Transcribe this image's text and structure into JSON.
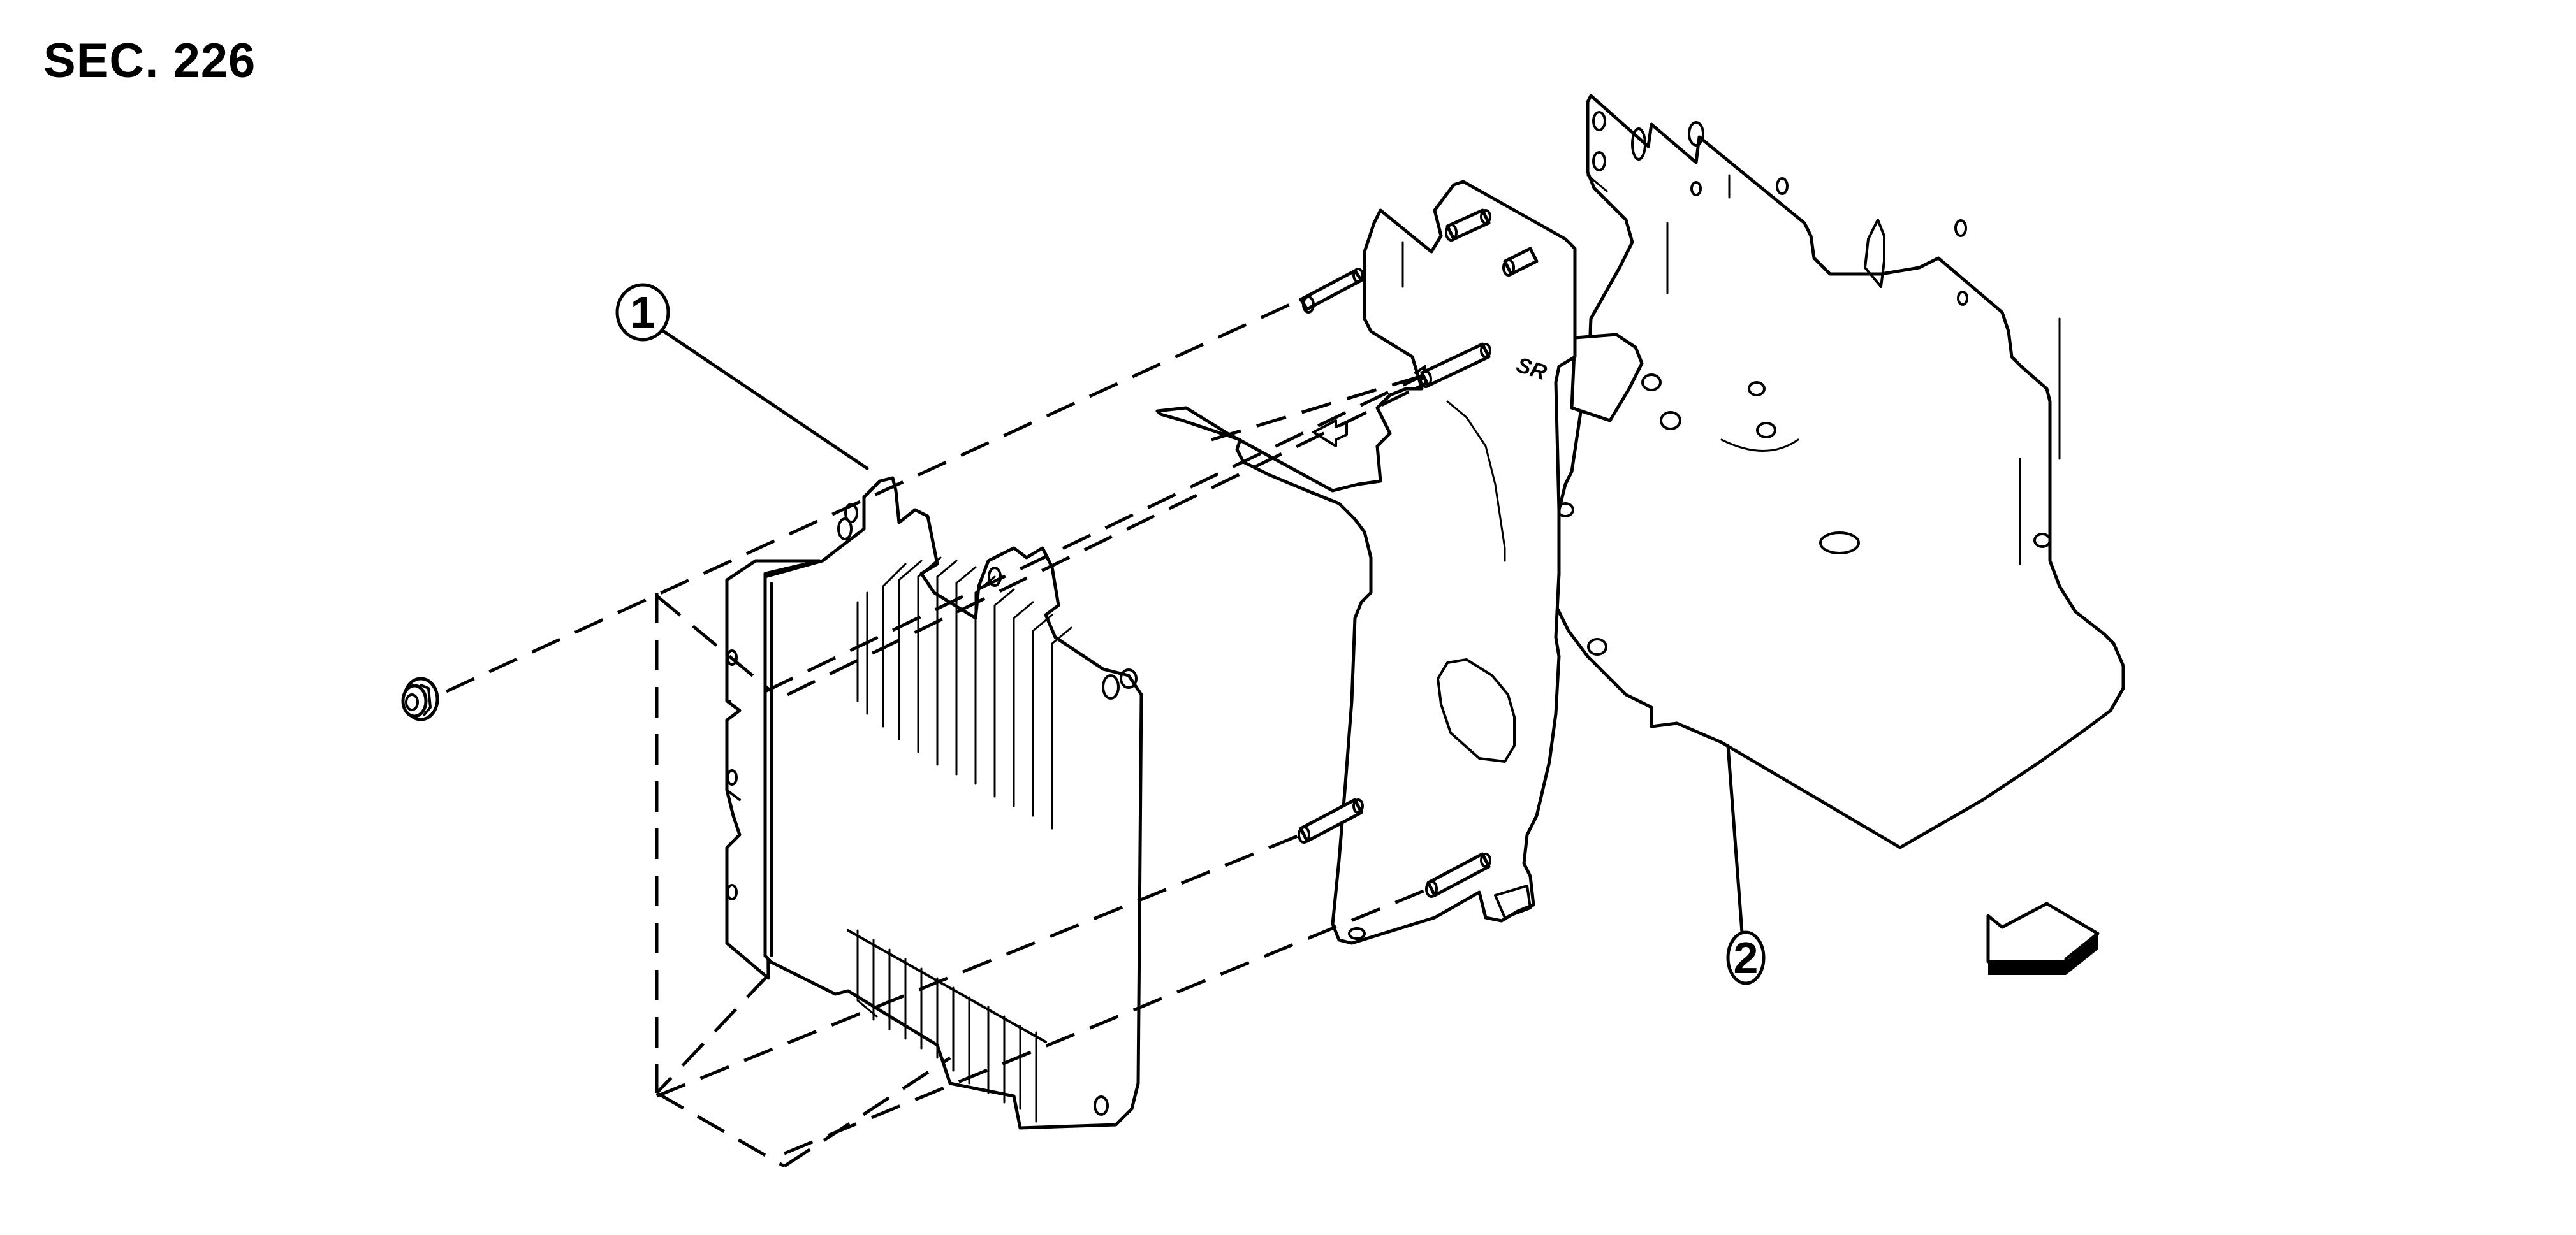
{
  "header": {
    "section": "SEC. 226"
  },
  "callouts": [
    {
      "number": "1",
      "part": "ECU module (with cooling fins)",
      "symbol": "①"
    },
    {
      "number": "2",
      "part": "Mounting bracket",
      "symbol": "②"
    }
  ],
  "markings": {
    "bracket_stamp": "SR"
  },
  "icons": {
    "front_arrow": "front-direction-arrow-icon",
    "nut": "flange-nut-icon"
  },
  "colors": {
    "line": "#000000",
    "background": "#ffffff"
  }
}
